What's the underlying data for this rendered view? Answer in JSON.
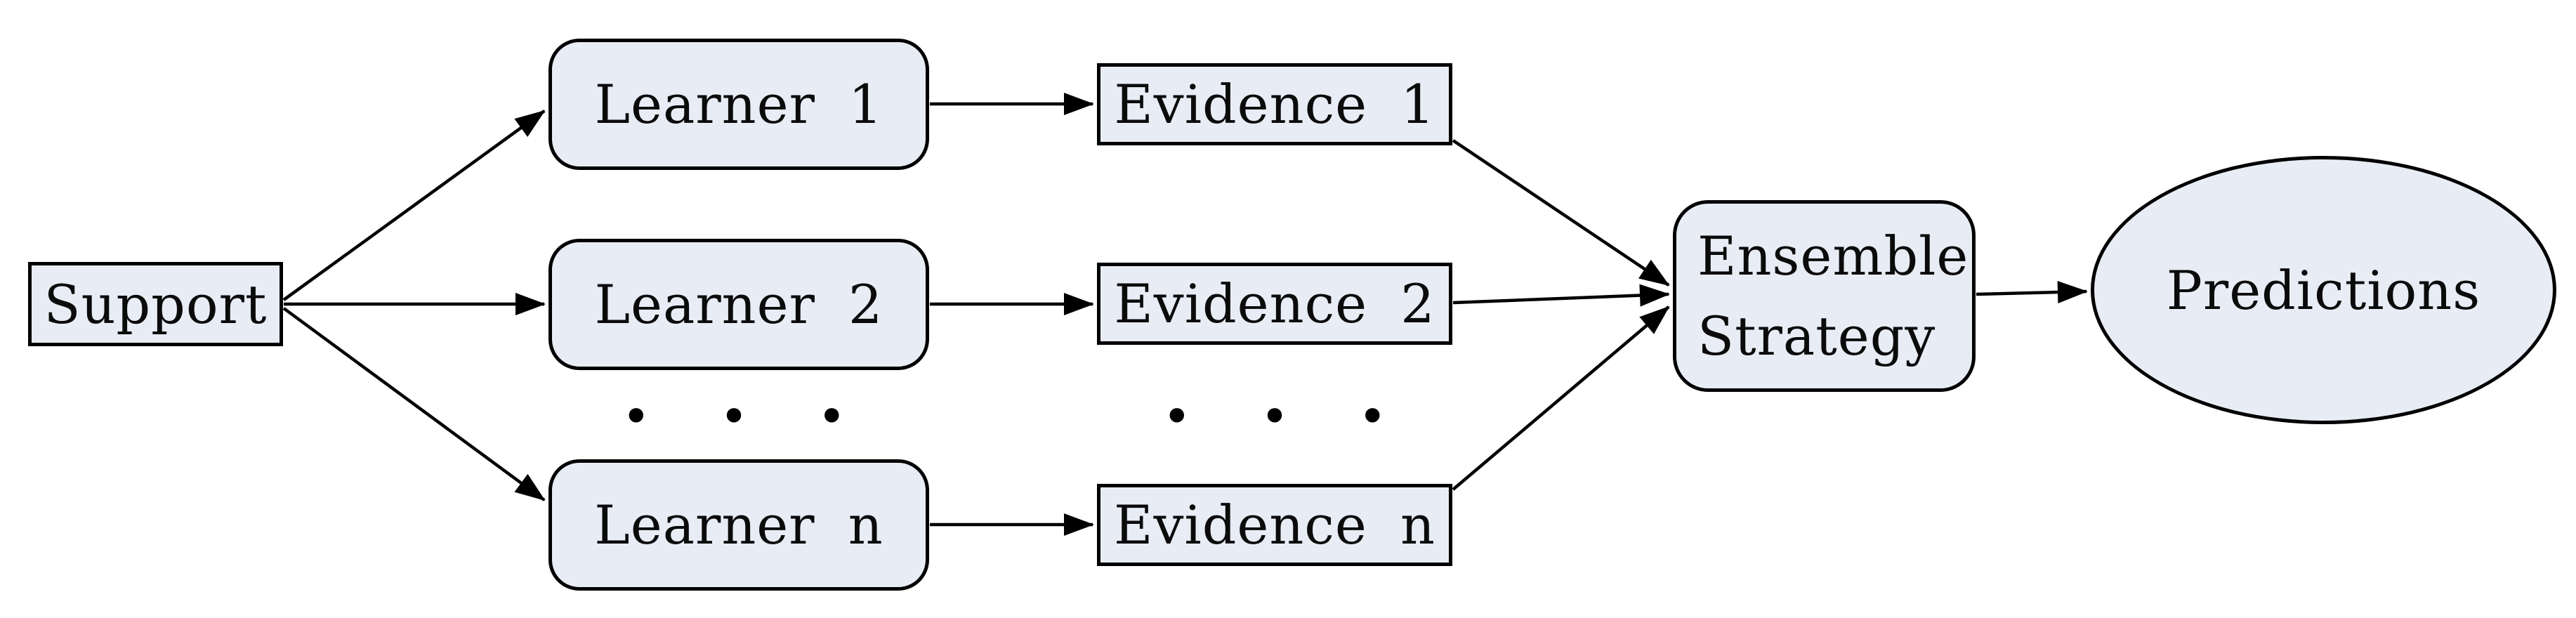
{
  "diagram": {
    "background": "#ffffff",
    "node_fill": "#e8ecf5",
    "node_border": "#000000",
    "arrow_color": "#000000",
    "nodes": {
      "support": {
        "label": "Support",
        "shape": "rectangle"
      },
      "learner1": {
        "label": "Learner 1",
        "shape": "rounded-rectangle"
      },
      "learner2": {
        "label": "Learner 2",
        "shape": "rounded-rectangle"
      },
      "learner_ellipsis": {
        "label": "• • •",
        "shape": "text"
      },
      "learner_n": {
        "label": "Learner n",
        "shape": "rounded-rectangle"
      },
      "evidence1": {
        "label": "Evidence 1",
        "shape": "rectangle"
      },
      "evidence2": {
        "label": "Evidence 2",
        "shape": "rectangle"
      },
      "evidence_ellipsis": {
        "label": "• • •",
        "shape": "text"
      },
      "evidence_n": {
        "label": "Evidence n",
        "shape": "rectangle"
      },
      "ensemble": {
        "label_line1": "Ensemble",
        "label_line2": "Strategy",
        "shape": "rounded-rectangle"
      },
      "predictions": {
        "label": "Predictions",
        "shape": "ellipse"
      }
    },
    "edges": [
      {
        "from": "support",
        "to": "learner1"
      },
      {
        "from": "support",
        "to": "learner2"
      },
      {
        "from": "support",
        "to": "learner_n"
      },
      {
        "from": "learner1",
        "to": "evidence1"
      },
      {
        "from": "learner2",
        "to": "evidence2"
      },
      {
        "from": "learner_n",
        "to": "evidence_n"
      },
      {
        "from": "evidence1",
        "to": "ensemble"
      },
      {
        "from": "evidence2",
        "to": "ensemble"
      },
      {
        "from": "evidence_n",
        "to": "ensemble"
      },
      {
        "from": "ensemble",
        "to": "predictions"
      }
    ]
  }
}
